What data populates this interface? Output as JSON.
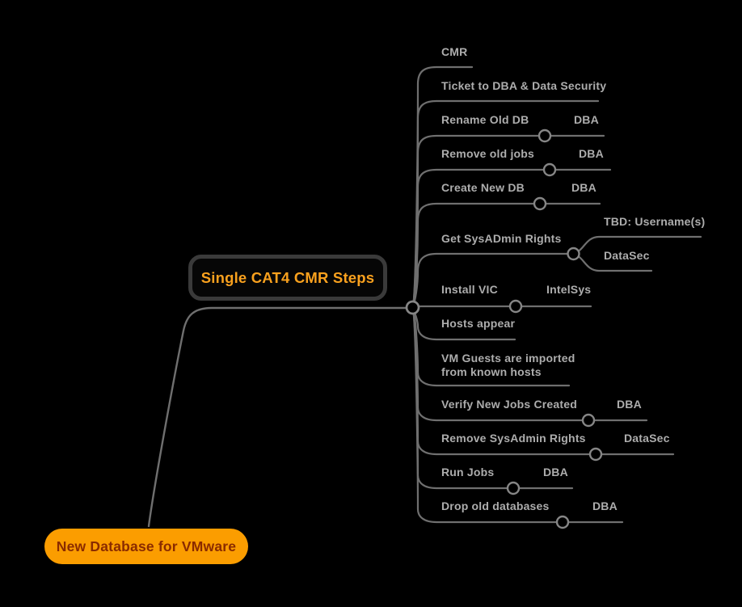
{
  "map": {
    "root": {
      "label": "New Database for VMware"
    },
    "topic": {
      "label": "Single CAT4 CMR Steps"
    },
    "steps": [
      {
        "label": "CMR",
        "children": []
      },
      {
        "label": "Ticket to DBA & Data Security",
        "children": []
      },
      {
        "label": "Rename Old DB",
        "children": [
          {
            "label": "DBA"
          }
        ]
      },
      {
        "label": "Remove old jobs",
        "children": [
          {
            "label": "DBA"
          }
        ]
      },
      {
        "label": "Create New DB",
        "children": [
          {
            "label": "DBA"
          }
        ]
      },
      {
        "label": "Get SysADmin Rights",
        "children": [
          {
            "label": "TBD: Username(s)"
          },
          {
            "label": "DataSec"
          }
        ]
      },
      {
        "label": "Install VIC",
        "children": [
          {
            "label": "IntelSys"
          }
        ]
      },
      {
        "label": "Hosts appear",
        "children": []
      },
      {
        "label": "VM Guests are imported\nfrom known hosts",
        "children": []
      },
      {
        "label": "Verify New Jobs Created",
        "children": [
          {
            "label": "DBA"
          }
        ]
      },
      {
        "label": "Remove SysAdmin Rights",
        "children": [
          {
            "label": "DataSec"
          }
        ]
      },
      {
        "label": "Run Jobs",
        "children": [
          {
            "label": "DBA"
          }
        ]
      },
      {
        "label": "Drop old databases",
        "children": [
          {
            "label": "DBA"
          }
        ]
      }
    ],
    "colors": {
      "background": "#000000",
      "branch_line": "#6f6f6f",
      "fold_circle_stroke": "#868686",
      "label_text": "#adadad",
      "topic_text": "#f9a11e",
      "topic_border": "#3a3a3a",
      "root_bg": "#fb9d00",
      "root_text": "#8a2b00"
    }
  }
}
